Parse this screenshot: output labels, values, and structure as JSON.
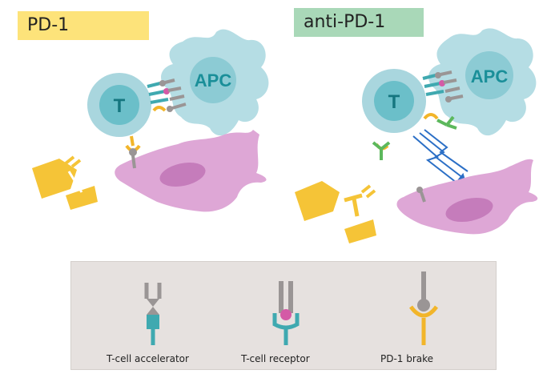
{
  "panels": {
    "left": {
      "label": "PD-1",
      "label_color": "#fde37a"
    },
    "right": {
      "label": "anti-PD-1",
      "label_color": "#a9d8b8"
    }
  },
  "cells": {
    "t_cell_label": "T",
    "apc_label": "APC"
  },
  "legend": {
    "items": [
      {
        "label": "T-cell accelerator",
        "icon": "t-cell-accelerator-icon"
      },
      {
        "label": "T-cell receptor",
        "icon": "t-cell-receptor-icon"
      },
      {
        "label": "PD-1 brake",
        "icon": "pd1-brake-icon"
      }
    ]
  },
  "colors": {
    "t_cell": "#a9d6de",
    "t_cell_nucleus": "#6bbfc9",
    "apc": "#b5dde4",
    "cancer_cell": "#dea7d6",
    "cancer_nucleus": "#c57cbb",
    "pd1_brake": "#f2b52a",
    "antibody": "#5cb85c",
    "accelerator": "#3fa9b0",
    "receptor_dot": "#d45aa6",
    "signal": "#2b6fc6",
    "pedal": "#f5c437"
  }
}
